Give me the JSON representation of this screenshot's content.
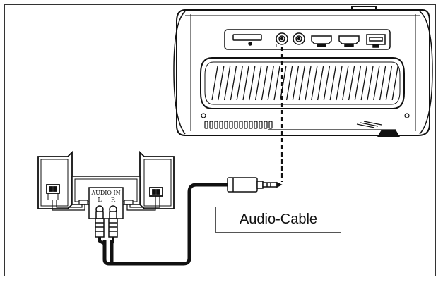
{
  "callout": {
    "label": "Audio-Cable"
  },
  "speaker_input": {
    "title": "AUDIO IN",
    "left_label": "L",
    "right_label": "R"
  },
  "colors": {
    "line": "#111111",
    "background": "#ffffff",
    "cable": "#111111"
  },
  "icons": [
    "projector",
    "speaker-left",
    "speaker-right",
    "audio-cable",
    "rca-plug",
    "mini-jack-plug"
  ]
}
